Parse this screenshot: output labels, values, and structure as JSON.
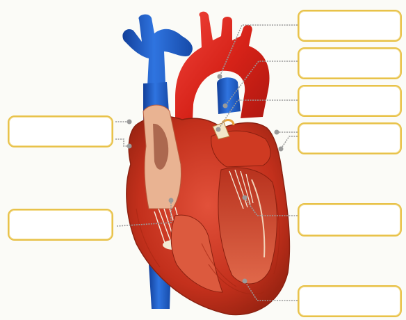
{
  "diagram": {
    "colors": {
      "label_border": "#e8c24a",
      "oxygenated_red": "#d9261c",
      "deoxygenated_blue": "#1e5bc8",
      "myocardium": "#c8321e",
      "leader_line": "#9a9a9a"
    },
    "labels": [
      {
        "id": "label-1",
        "text": ""
      },
      {
        "id": "label-2",
        "text": ""
      },
      {
        "id": "label-3",
        "text": ""
      },
      {
        "id": "label-4",
        "text": ""
      },
      {
        "id": "label-5",
        "text": ""
      },
      {
        "id": "label-6",
        "text": ""
      },
      {
        "id": "label-7",
        "text": ""
      },
      {
        "id": "label-8",
        "text": ""
      }
    ]
  }
}
